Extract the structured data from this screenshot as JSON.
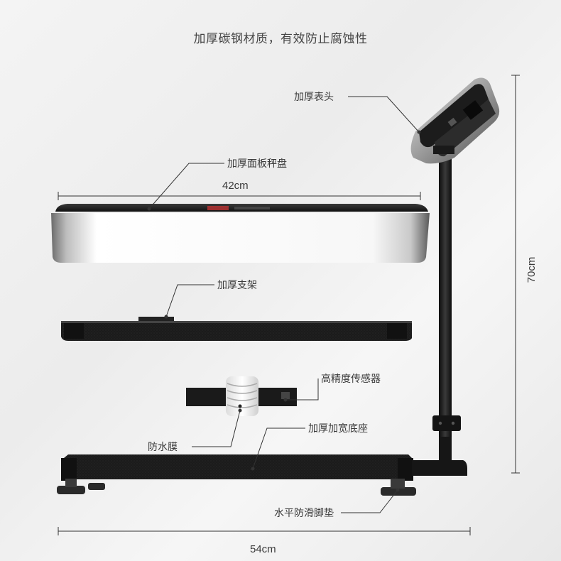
{
  "headline": "加厚碳钢材质，有效防止腐蚀性",
  "labels": {
    "head": "加厚表头",
    "pan": "加厚面板秤盘",
    "bracket": "加厚支架",
    "sensor": "高精度传感器",
    "membrane": "防水膜",
    "base": "加厚加宽底座",
    "feet": "水平防滑脚垫"
  },
  "dimensions": {
    "pan_width": "42cm",
    "height": "70cm",
    "base_width": "54cm"
  },
  "colors": {
    "frame": "#1a1a1a",
    "steel": "#f2f2f2",
    "line": "#333333"
  }
}
